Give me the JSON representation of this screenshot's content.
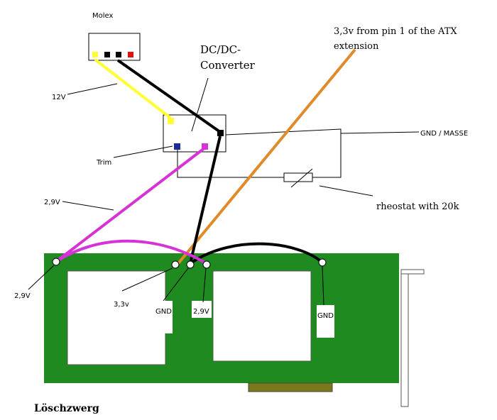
{
  "labels": {
    "molex": "Molex",
    "converter_line1": "DC/DC-",
    "converter_line2": "Converter",
    "atx_line1": "3,3v from pin 1 of the ATX",
    "atx_line2": "extension",
    "v12": "12V",
    "trim": "Trim",
    "gnd_masse": "GND / MASSE",
    "rheostat": "rheostat with 20k",
    "v29_wire": "2,9V",
    "v29_left": "2,9V",
    "v33": "3,3v",
    "gnd_left": "GND",
    "v29_mid": "2,9V",
    "gnd_right": "GND",
    "card_name": "Löschzwerg"
  },
  "colors": {
    "board": "#1f8a1f",
    "gold_contacts": "#7a7a1a",
    "wire_12v": "#ffff33",
    "wire_gnd": "#000000",
    "wire_29v": "#d633d6",
    "wire_33v": "#e08a2a",
    "trim_pin": "#1f2a9a",
    "molex_red": "#e01010"
  }
}
